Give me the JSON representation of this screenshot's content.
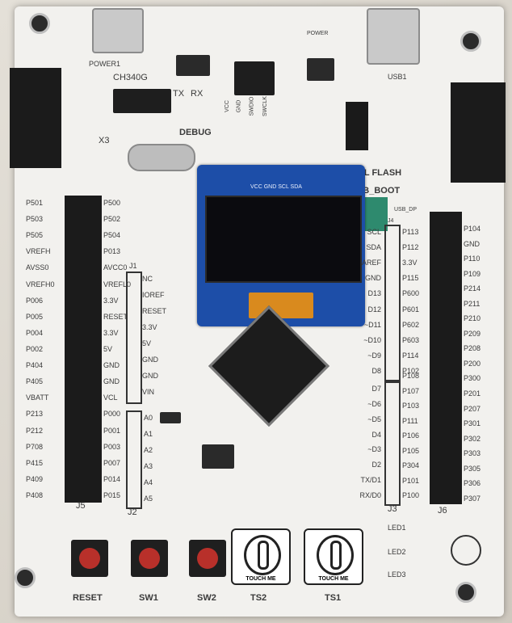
{
  "labels": {
    "power1": "POWER1",
    "usb1": "USB1",
    "ch340g": "CH340G",
    "x3": "X3",
    "tx": "TX",
    "rx": "RX",
    "debug": "DEBUG",
    "vcc": "VCC",
    "gnd": "GND",
    "swdio": "SWDIO",
    "swclk": "SWCLK",
    "internal_flash": "INTERNAL FLASH",
    "usb_boot": "USB_BOOT",
    "usb_dp": "USB_DP",
    "power_led": "POWER",
    "oled_pins": "VCC GND SCL SDA",
    "j1": "J1",
    "j2": "J2",
    "j3": "J3",
    "j4": "J4",
    "j5": "J5",
    "j6": "J6",
    "reset": "RESET",
    "sw1": "SW1",
    "sw2": "SW2",
    "ts1": "TS1",
    "ts2": "TS2",
    "touch_me": "TOUCH ME",
    "led1": "LED1",
    "led2": "LED2",
    "led3": "LED3"
  },
  "j5_left": [
    "P501",
    "P503",
    "P505",
    "VREFH",
    "AVSS0",
    "VREFH0",
    "P006",
    "P005",
    "P004",
    "P002",
    "P404",
    "P405",
    "VBATT",
    "P213",
    "P212",
    "P708",
    "P415",
    "P409",
    "P408"
  ],
  "j5_right": [
    "P500",
    "P502",
    "P504",
    "P013",
    "AVCC0",
    "VREFL0",
    "3.3V",
    "RESET",
    "3.3V",
    "5V",
    "GND",
    "GND",
    "VCL",
    "P000",
    "P001",
    "P003",
    "P007",
    "P014",
    "P015"
  ],
  "j1_pins": [
    "NC",
    "IOREF",
    "RESET",
    "3.3V",
    "5V",
    "GND",
    "GND",
    "VIN"
  ],
  "j2_pins": [
    "A0",
    "A1",
    "A2",
    "A3",
    "A4",
    "A5"
  ],
  "j4_pins": [
    "SCL",
    "SDA",
    "AREF",
    "GND",
    "D13",
    "D12",
    "~D11",
    "~D10",
    "~D9",
    "D8"
  ],
  "j3_pins": [
    "D7",
    "~D6",
    "~D5",
    "D4",
    "~D3",
    "D2",
    "TX/D1",
    "RX/D0"
  ],
  "j3_right": [
    "P108",
    "P107",
    "P103",
    "P111",
    "P106",
    "P105",
    "P304",
    "P101",
    "P100"
  ],
  "j4_right": [
    "P113",
    "P112",
    "3.3V",
    "P115",
    "P600",
    "P601",
    "P602",
    "P603",
    "P114",
    "P102"
  ],
  "j6_pins": [
    "P104",
    "GND",
    "P110",
    "P109",
    "P214",
    "P211",
    "P210",
    "P209",
    "P208",
    "P200",
    "P300",
    "P201",
    "P207",
    "P301",
    "P302",
    "P303",
    "P305",
    "P306",
    "P307"
  ],
  "colors": {
    "board": "#f2f1ee",
    "oled_pcb": "#1d4ea8",
    "button_cap": "#b8302a"
  }
}
